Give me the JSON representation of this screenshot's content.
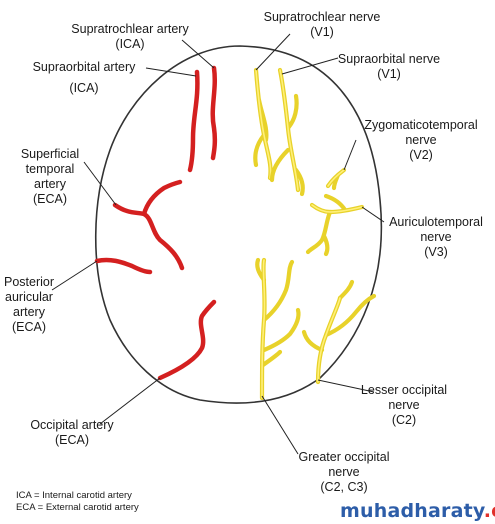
{
  "labels": {
    "supratrochlear_artery": [
      "Supratrochlear artery",
      "(ICA)"
    ],
    "supraorbital_artery": [
      "Supraorbital artery",
      "(ICA)"
    ],
    "superficial_temporal_artery": [
      "Superficial",
      "temporal",
      "artery",
      "(ECA)"
    ],
    "posterior_auricular_artery": [
      "Posterior",
      "auricular",
      "artery",
      "(ECA)"
    ],
    "occipital_artery": [
      "Occipital artery",
      "(ECA)"
    ],
    "supratrochlear_nerve": [
      "Supratrochlear nerve",
      "(V1)"
    ],
    "supraorbital_nerve": [
      "Supraorbital nerve",
      "(V1)"
    ],
    "zygomaticotemporal_nerve": [
      "Zygomaticotemporal",
      "nerve",
      "(V2)"
    ],
    "auriculotemporal_nerve": [
      "Auriculotemporal",
      "nerve",
      "(V3)"
    ],
    "lesser_occipital_nerve": [
      "Lesser occipital",
      "nerve",
      "(C2)"
    ],
    "greater_occipital_nerve": [
      "Greater occipital",
      "nerve",
      "(C2, C3)"
    ]
  },
  "legend": {
    "ica": "ICA = Internal carotid artery",
    "eca": "ECA = External carotid artery"
  },
  "watermark": {
    "part1": "muhadharaty",
    "part2": ".com",
    "color1": "#2d5da8",
    "color2": "#e0302a"
  },
  "colors": {
    "artery": "#d42020",
    "nerve": "#e8d22a",
    "outline": "#333333"
  }
}
